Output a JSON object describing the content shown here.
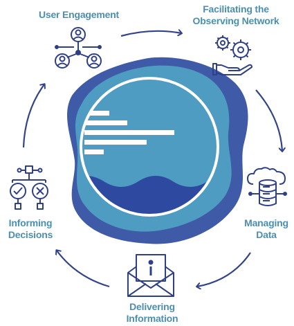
{
  "stages": {
    "user_engagement": {
      "lines": [
        "User Engagement"
      ]
    },
    "facilitating": {
      "lines": [
        "Facilitating the",
        "Observing Network"
      ]
    },
    "managing": {
      "lines": [
        "Managing",
        "Data"
      ]
    },
    "delivering": {
      "lines": [
        "Delivering",
        "Information"
      ]
    },
    "informing": {
      "lines": [
        "Informing",
        "Decisions"
      ]
    }
  },
  "colors": {
    "label_text": "#4a8fb0",
    "icon_stroke": "#2f3f86",
    "arrow": "#33438a",
    "badge_dark": "#3f5aa6",
    "badge_light": "#4f9cc2",
    "water": "#2e4aa0",
    "ring": "#ffffff"
  },
  "icons": {
    "user_engagement": "people-network-icon",
    "facilitating": "gears-hand-icon",
    "managing": "cloud-database-icon",
    "delivering": "envelope-info-icon",
    "informing": "decision-flow-icon"
  }
}
